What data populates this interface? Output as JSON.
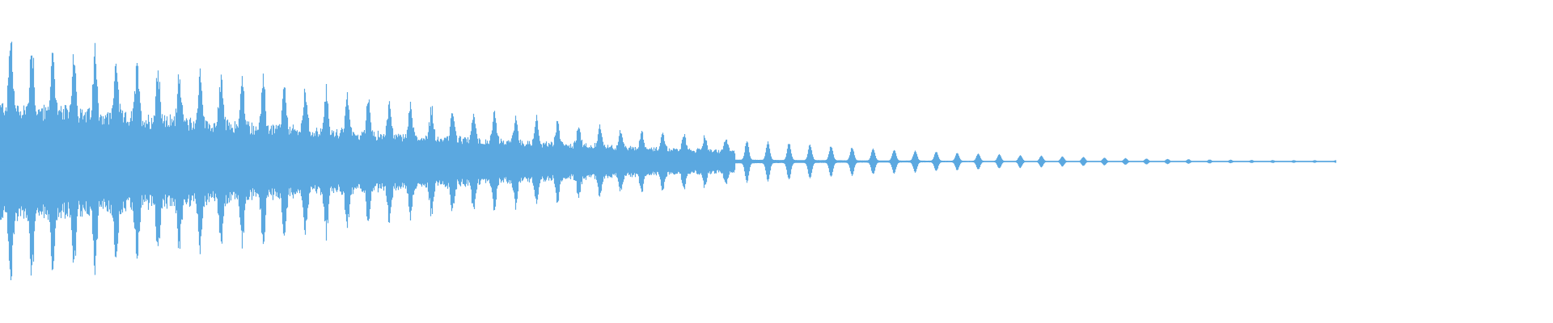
{
  "waveform": {
    "color": "#5BA8E0",
    "background": "#FFFFFF",
    "shape": "decaying-pulse-train",
    "peak_amplitude": 1.0,
    "decay_end_fraction": 0.86
  }
}
